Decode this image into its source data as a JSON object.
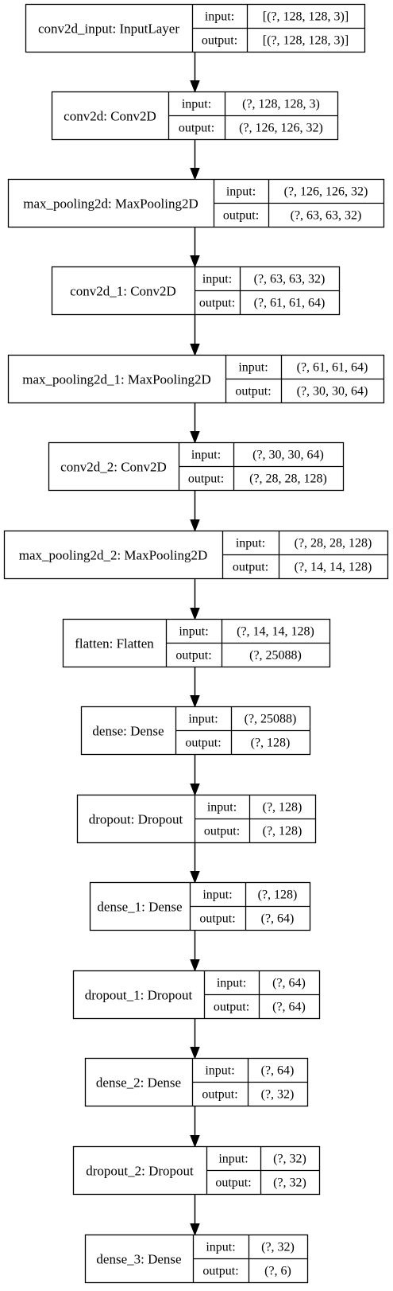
{
  "colors": {
    "stroke": "#000000",
    "background": "#ffffff",
    "text": "#000000"
  },
  "layers": [
    {
      "name": "conv2d_input: InputLayer",
      "in_label": "input:",
      "in_shape": "[(?, 128, 128, 3)]",
      "out_label": "output:",
      "out_shape": "[(?, 128, 128, 3)]"
    },
    {
      "name": "conv2d: Conv2D",
      "in_label": "input:",
      "in_shape": "(?, 128, 128, 3)",
      "out_label": "output:",
      "out_shape": "(?, 126, 126, 32)"
    },
    {
      "name": "max_pooling2d: MaxPooling2D",
      "in_label": "input:",
      "in_shape": "(?, 126, 126, 32)",
      "out_label": "output:",
      "out_shape": "(?, 63, 63, 32)"
    },
    {
      "name": "conv2d_1: Conv2D",
      "in_label": "input:",
      "in_shape": "(?, 63, 63, 32)",
      "out_label": "output:",
      "out_shape": "(?, 61, 61, 64)"
    },
    {
      "name": "max_pooling2d_1: MaxPooling2D",
      "in_label": "input:",
      "in_shape": "(?, 61, 61, 64)",
      "out_label": "output:",
      "out_shape": "(?, 30, 30, 64)"
    },
    {
      "name": "conv2d_2: Conv2D",
      "in_label": "input:",
      "in_shape": "(?, 30, 30, 64)",
      "out_label": "output:",
      "out_shape": "(?, 28, 28, 128)"
    },
    {
      "name": "max_pooling2d_2: MaxPooling2D",
      "in_label": "input:",
      "in_shape": "(?, 28, 28, 128)",
      "out_label": "output:",
      "out_shape": "(?, 14, 14, 128)"
    },
    {
      "name": "flatten: Flatten",
      "in_label": "input:",
      "in_shape": "(?, 14, 14, 128)",
      "out_label": "output:",
      "out_shape": "(?, 25088)"
    },
    {
      "name": "dense: Dense",
      "in_label": "input:",
      "in_shape": "(?, 25088)",
      "out_label": "output:",
      "out_shape": "(?, 128)"
    },
    {
      "name": "dropout: Dropout",
      "in_label": "input:",
      "in_shape": "(?, 128)",
      "out_label": "output:",
      "out_shape": "(?, 128)"
    },
    {
      "name": "dense_1: Dense",
      "in_label": "input:",
      "in_shape": "(?, 128)",
      "out_label": "output:",
      "out_shape": "(?, 64)"
    },
    {
      "name": "dropout_1: Dropout",
      "in_label": "input:",
      "in_shape": "(?, 64)",
      "out_label": "output:",
      "out_shape": "(?, 64)"
    },
    {
      "name": "dense_2: Dense",
      "in_label": "input:",
      "in_shape": "(?, 64)",
      "out_label": "output:",
      "out_shape": "(?, 32)"
    },
    {
      "name": "dropout_2: Dropout",
      "in_label": "input:",
      "in_shape": "(?, 32)",
      "out_label": "output:",
      "out_shape": "(?, 32)"
    },
    {
      "name": "dense_3: Dense",
      "in_label": "input:",
      "in_shape": "(?, 32)",
      "out_label": "output:",
      "out_shape": "(?, 6)"
    }
  ]
}
